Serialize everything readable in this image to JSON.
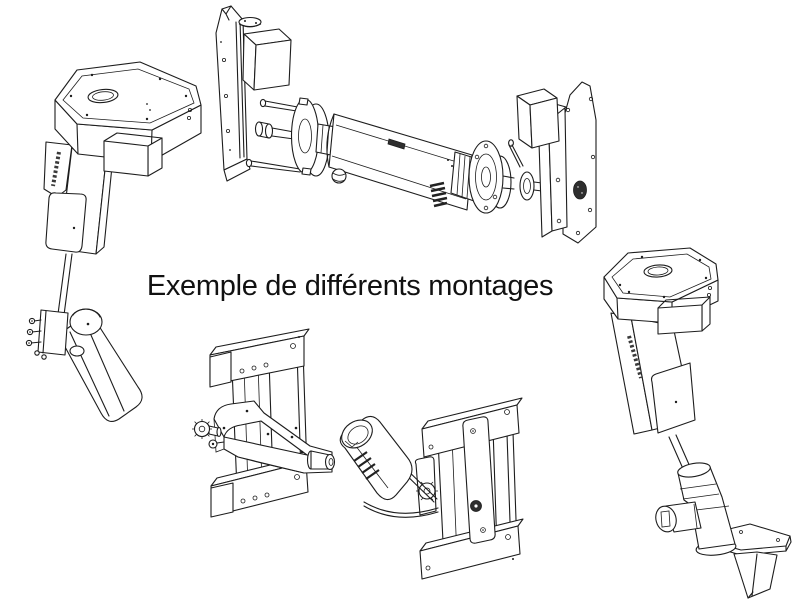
{
  "page": {
    "title": "Exemple de différents montages",
    "background": "#ffffff",
    "line_color": "#1d1d1d"
  },
  "figures": [
    {
      "name": "articulated-arm-mount-left"
    },
    {
      "name": "horizontal-tube-actuator-with-end-plates"
    },
    {
      "name": "articulated-arm-mount-right-with-base-bracket"
    },
    {
      "name": "panel-bracket-with-gear-housing"
    },
    {
      "name": "panel-bracket-with-locking-handle"
    }
  ]
}
